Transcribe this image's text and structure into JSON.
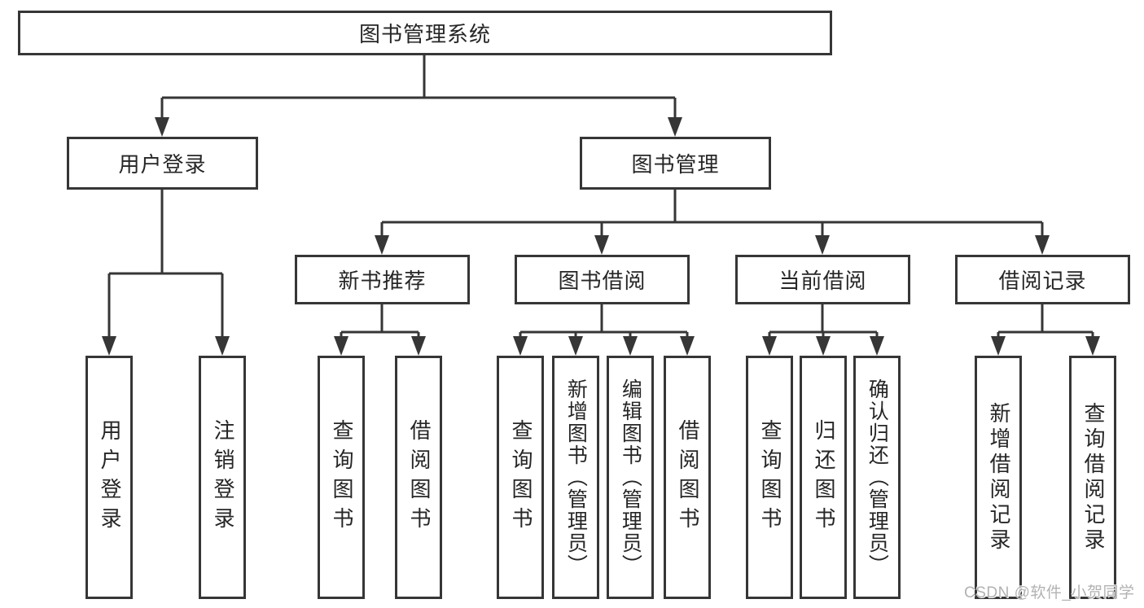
{
  "tree": {
    "label": "图书管理系统",
    "children": [
      {
        "label": "用户登录",
        "children": [
          {
            "label": "用户登录"
          },
          {
            "label": "注销登录"
          }
        ]
      },
      {
        "label": "图书管理",
        "children": [
          {
            "label": "新书推荐",
            "children": [
              {
                "label": "查询图书"
              },
              {
                "label": "借阅图书"
              }
            ]
          },
          {
            "label": "图书借阅",
            "children": [
              {
                "label": "查询图书"
              },
              {
                "label": "新增图书（管理员）"
              },
              {
                "label": "编辑图书（管理员）"
              },
              {
                "label": "借阅图书"
              }
            ]
          },
          {
            "label": "当前借阅",
            "children": [
              {
                "label": "查询图书"
              },
              {
                "label": "归还图书"
              },
              {
                "label": "确认归还（管理员）"
              }
            ]
          },
          {
            "label": "借阅记录",
            "children": [
              {
                "label": "新增借阅记录"
              },
              {
                "label": "查询借阅记录"
              }
            ]
          }
        ]
      }
    ]
  },
  "watermark": {
    "text": "CSDN @软件_小贺同学"
  },
  "colors": {
    "line": "#363636",
    "box_border": "#363636",
    "text": "#262626",
    "watermark": "#b2b2b2",
    "background": "#ffffff"
  }
}
